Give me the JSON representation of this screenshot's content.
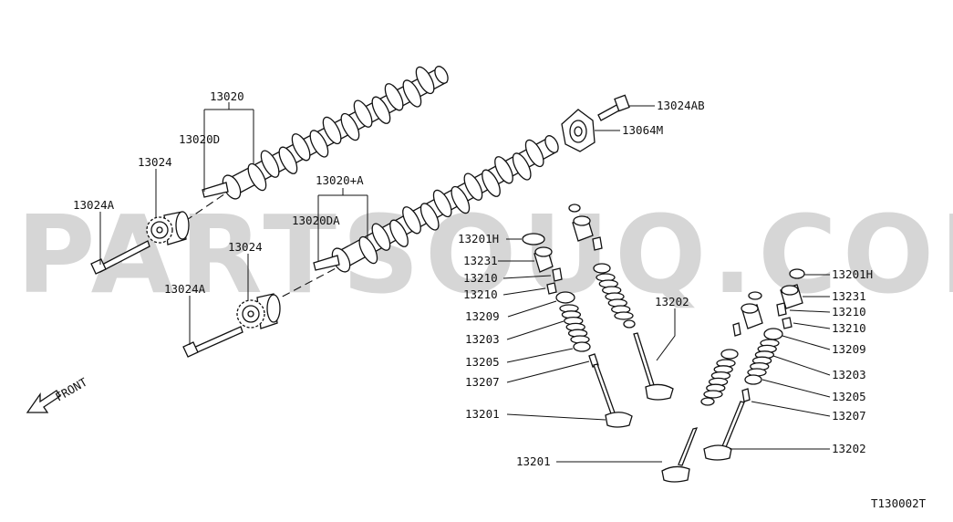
{
  "watermark": "PARTSOUQ.COM",
  "diagram_code": "T130002T",
  "front_label": "FRONT",
  "labels": {
    "l13020": "13020",
    "l13020D": "13020D",
    "l13024_top": "13024",
    "l13024A_top": "13024A",
    "l13020A": "13020+A",
    "l13020DA": "13020DA",
    "l13024_bot": "13024",
    "l13024A_bot": "13024A",
    "l13024AB": "13024AB",
    "l13064M": "13064M",
    "l13201H_l": "13201H",
    "l13231_l": "13231",
    "l13210a_l": "13210",
    "l13210b_l": "13210",
    "l13209_l": "13209",
    "l13203_l": "13203",
    "l13205_l": "13205",
    "l13207_l": "13207",
    "l13201_l": "13201",
    "l13202_m": "13202",
    "l13201_m": "13201",
    "l13201H_r": "13201H",
    "l13231_r": "13231",
    "l13210a_r": "13210",
    "l13210b_r": "13210",
    "l13209_r": "13209",
    "l13203_r": "13203",
    "l13205_r": "13205",
    "l13207_r": "13207",
    "l13202_r": "13202"
  }
}
